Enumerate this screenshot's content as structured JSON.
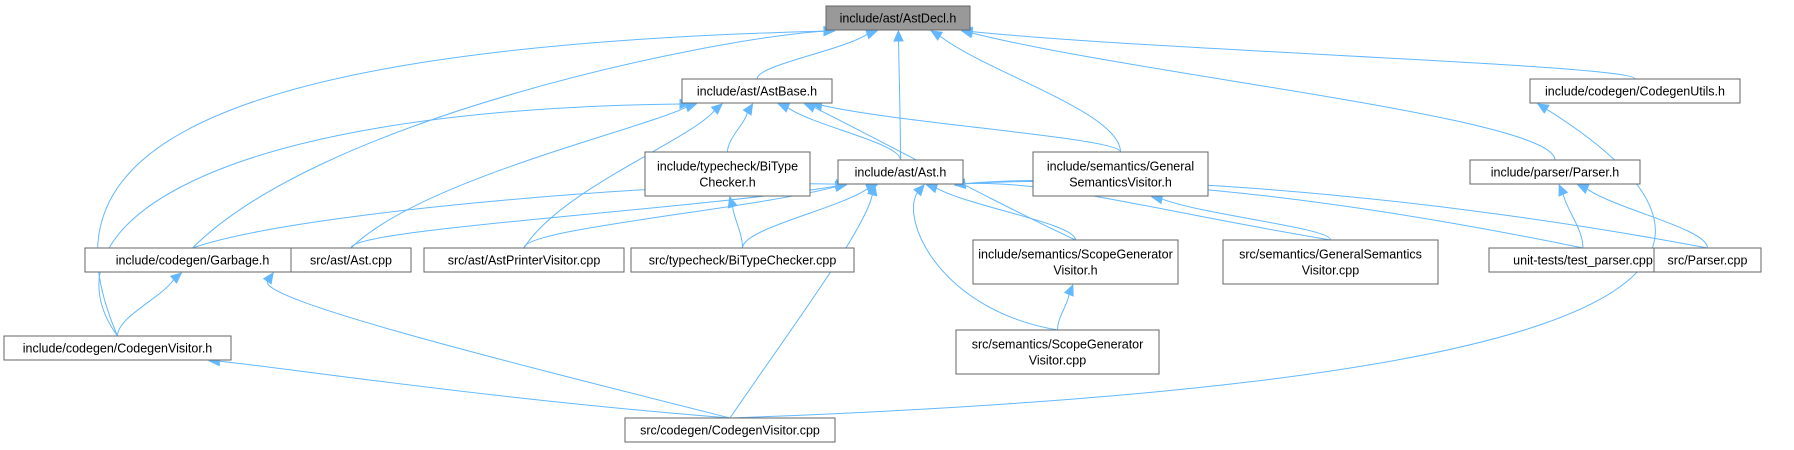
{
  "graph": {
    "nodes": [
      {
        "id": "astdecl",
        "lines": [
          "include/ast/AstDecl.h"
        ],
        "root": true
      },
      {
        "id": "astbase",
        "lines": [
          "include/ast/AstBase.h"
        ]
      },
      {
        "id": "codegenutils",
        "lines": [
          "include/codegen/CodegenUtils.h"
        ]
      },
      {
        "id": "bitypechecker_h",
        "lines": [
          "include/typecheck/BiType",
          "Checker.h"
        ]
      },
      {
        "id": "ast_h",
        "lines": [
          "include/ast/Ast.h"
        ]
      },
      {
        "id": "generalsemantics_h",
        "lines": [
          "include/semantics/General",
          "SemanticsVisitor.h"
        ]
      },
      {
        "id": "parser_h",
        "lines": [
          "include/parser/Parser.h"
        ]
      },
      {
        "id": "garbage_h",
        "lines": [
          "include/codegen/Garbage.h"
        ]
      },
      {
        "id": "ast_cpp",
        "lines": [
          "src/ast/Ast.cpp"
        ]
      },
      {
        "id": "astprinter_cpp",
        "lines": [
          "src/ast/AstPrinterVisitor.cpp"
        ]
      },
      {
        "id": "bitypechecker_cpp",
        "lines": [
          "src/typecheck/BiTypeChecker.cpp"
        ]
      },
      {
        "id": "scopegen_h",
        "lines": [
          "include/semantics/ScopeGenerator",
          "Visitor.h"
        ]
      },
      {
        "id": "generalsemantics_cpp",
        "lines": [
          "src/semantics/GeneralSemantics",
          "Visitor.cpp"
        ]
      },
      {
        "id": "test_parser",
        "lines": [
          "unit-tests/test_parser.cpp"
        ]
      },
      {
        "id": "parser_cpp",
        "lines": [
          "src/Parser.cpp"
        ]
      },
      {
        "id": "codegenvisitor_h",
        "lines": [
          "include/codegen/CodegenVisitor.h"
        ]
      },
      {
        "id": "scopegen_cpp",
        "lines": [
          "src/semantics/ScopeGenerator",
          "Visitor.cpp"
        ]
      },
      {
        "id": "codegenvisitor_cpp",
        "lines": [
          "src/codegen/CodegenVisitor.cpp"
        ]
      }
    ],
    "edges": [
      {
        "from": "astbase",
        "to": "astdecl"
      },
      {
        "from": "ast_h",
        "to": "astdecl"
      },
      {
        "from": "generalsemantics_h",
        "to": "astdecl"
      },
      {
        "from": "parser_h",
        "to": "astdecl"
      },
      {
        "from": "codegenutils",
        "to": "astdecl"
      },
      {
        "from": "garbage_h",
        "to": "astdecl"
      },
      {
        "from": "codegenvisitor_h",
        "to": "astdecl"
      },
      {
        "from": "bitypechecker_h",
        "to": "astbase"
      },
      {
        "from": "ast_h",
        "to": "astbase"
      },
      {
        "from": "generalsemantics_h",
        "to": "astbase"
      },
      {
        "from": "scopegen_h",
        "to": "astbase"
      },
      {
        "from": "ast_cpp",
        "to": "astbase"
      },
      {
        "from": "astprinter_cpp",
        "to": "astbase"
      },
      {
        "from": "codegenvisitor_h",
        "to": "astbase"
      },
      {
        "from": "bitypechecker_cpp",
        "to": "bitypechecker_h"
      },
      {
        "from": "garbage_h",
        "to": "ast_h"
      },
      {
        "from": "ast_cpp",
        "to": "ast_h"
      },
      {
        "from": "astprinter_cpp",
        "to": "ast_h"
      },
      {
        "from": "bitypechecker_cpp",
        "to": "ast_h"
      },
      {
        "from": "scopegen_h",
        "to": "ast_h"
      },
      {
        "from": "generalsemantics_cpp",
        "to": "ast_h"
      },
      {
        "from": "test_parser",
        "to": "ast_h"
      },
      {
        "from": "parser_cpp",
        "to": "ast_h"
      },
      {
        "from": "scopegen_cpp",
        "to": "ast_h"
      },
      {
        "from": "codegenvisitor_cpp",
        "to": "ast_h"
      },
      {
        "from": "generalsemantics_cpp",
        "to": "generalsemantics_h"
      },
      {
        "from": "test_parser",
        "to": "parser_h"
      },
      {
        "from": "parser_cpp",
        "to": "parser_h"
      },
      {
        "from": "codegenvisitor_cpp",
        "to": "codegenutils"
      },
      {
        "from": "codegenvisitor_h",
        "to": "garbage_h"
      },
      {
        "from": "codegenvisitor_cpp",
        "to": "garbage_h"
      },
      {
        "from": "scopegen_cpp",
        "to": "scopegen_h"
      },
      {
        "from": "codegenvisitor_cpp",
        "to": "codegenvisitor_h"
      }
    ]
  },
  "colors": {
    "root_fill": "#999999",
    "node_fill": "#ffffff",
    "node_border": "#666666",
    "edge": "#63b8ff"
  }
}
